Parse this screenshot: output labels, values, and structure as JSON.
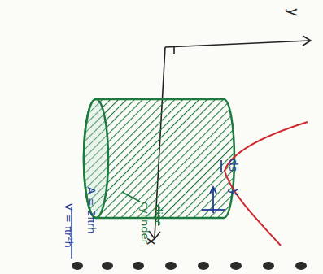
{
  "diagram": {
    "labels": [
      "y",
      "x",
      "ds",
      "y",
      "disc",
      "cylinder",
      "A = 2πrh",
      "V = πr²h"
    ]
  }
}
